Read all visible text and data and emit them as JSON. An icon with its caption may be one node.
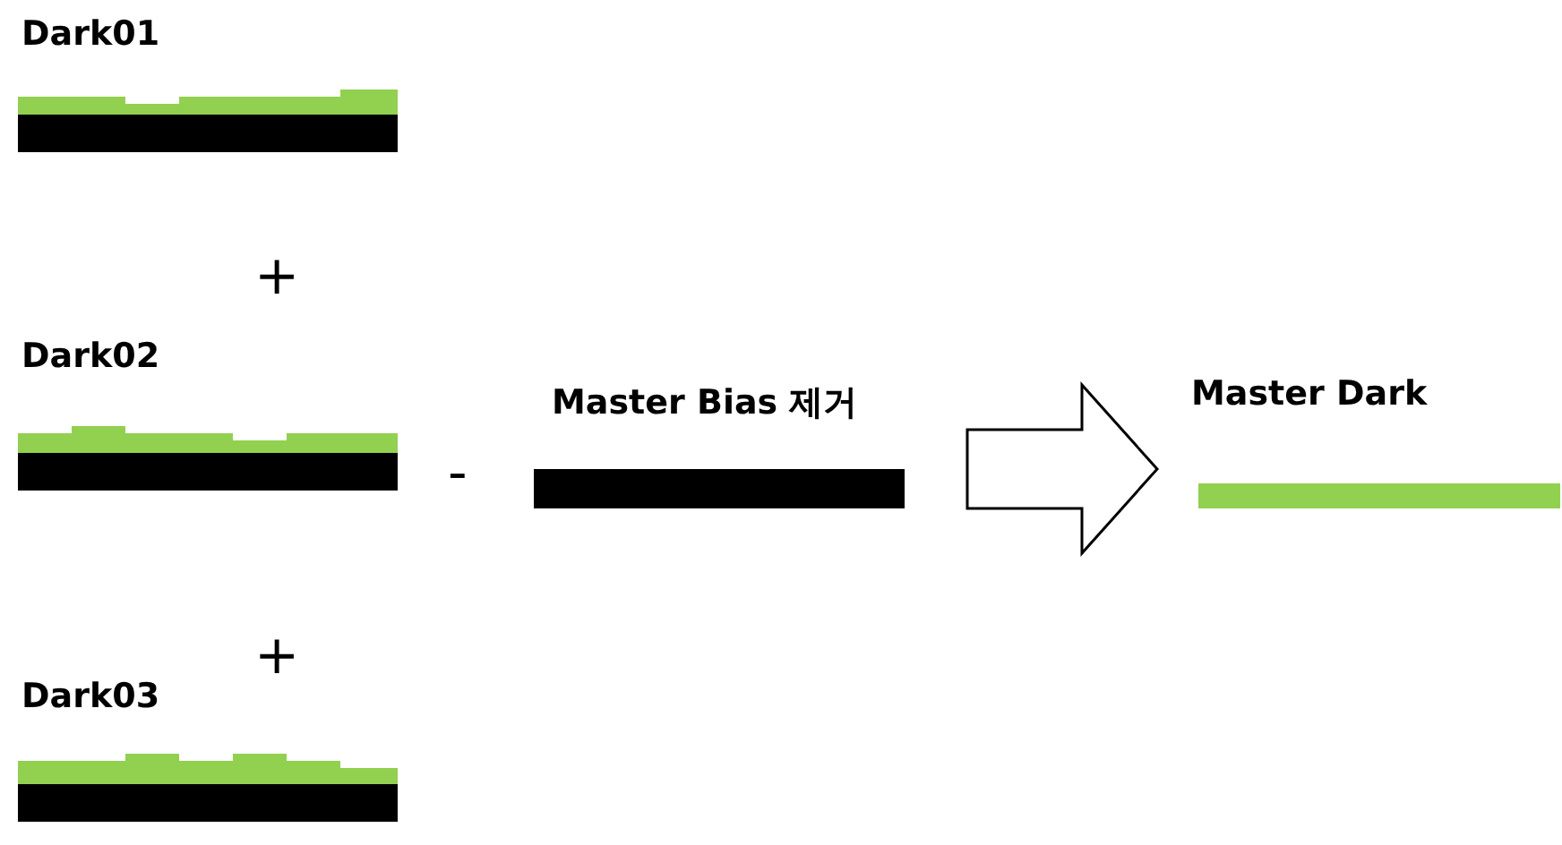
{
  "diagram": {
    "nodes": [
      {
        "text": [
          "Dark01"
        ]
      },
      {
        "text": [
          "Dark02"
        ]
      },
      {
        "text": [
          "Dark03"
        ]
      },
      {
        "text": [
          "Master Bias 제거"
        ]
      },
      {
        "text": [
          "Master Dark"
        ]
      }
    ],
    "edges": [
      {
        "from": 3,
        "to": 4,
        "arrow": "to"
      }
    ],
    "labels": [
      "+",
      "-",
      "+"
    ]
  }
}
